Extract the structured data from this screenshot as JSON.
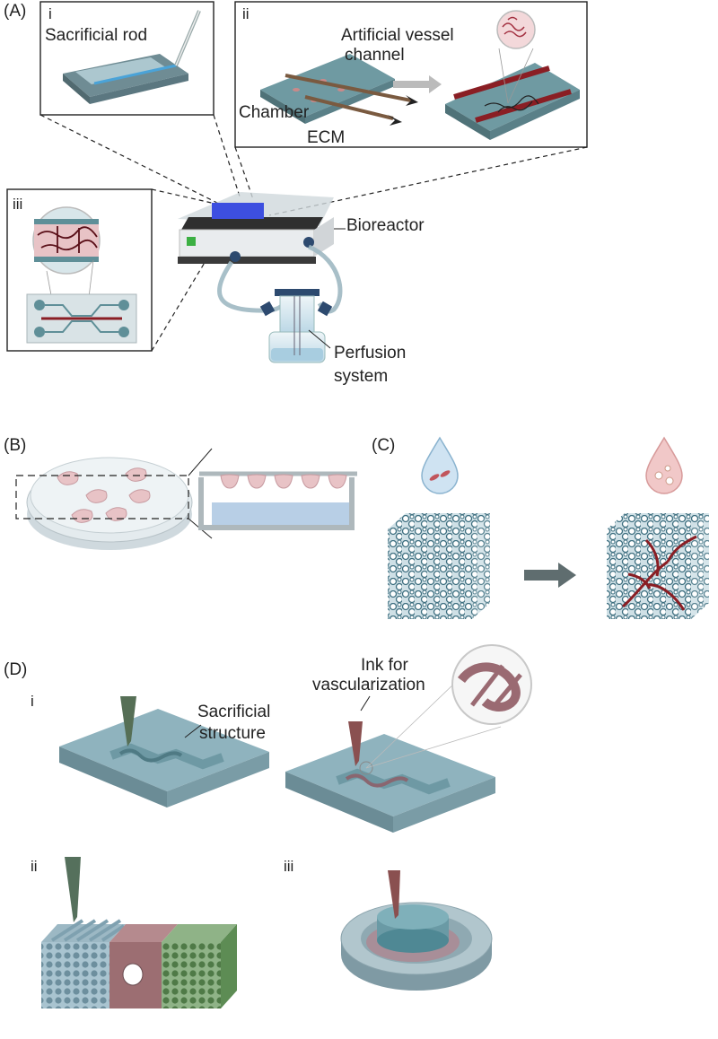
{
  "panels": {
    "A": {
      "letter": "(A)",
      "sub_i": {
        "numeral": "i",
        "label": "Sacrificial rod"
      },
      "sub_ii": {
        "numeral": "ii",
        "label_vessel": "Artificial vessel channel",
        "label_vessel_line1": "Artificial vessel",
        "label_vessel_line2": "channel",
        "label_chamber": "Chamber",
        "label_ecm": "ECM"
      },
      "sub_iii": {
        "numeral": "iii"
      },
      "bioreactor_label": "Bioreactor",
      "perfusion_line1": "Perfusion",
      "perfusion_line2": "system"
    },
    "B": {
      "letter": "(B)"
    },
    "C": {
      "letter": "(C)"
    },
    "D": {
      "letter": "(D)",
      "sub_i": {
        "numeral": "i",
        "sacrificial_line1": "Sacrificial",
        "sacrificial_line2": "structure",
        "ink_line1": "Ink for",
        "ink_line2": "vascularization"
      },
      "sub_ii": {
        "numeral": "ii"
      },
      "sub_iii": {
        "numeral": "iii"
      }
    }
  },
  "colors": {
    "teal": "#5f8f98",
    "vessel_red": "#8a1e24",
    "tissue_pink": "#e8c3c6",
    "bioreactor_blue": "#3d4fe0",
    "scaffold_blue": "#8fb4c6",
    "scaffold_green": "#5d8c54",
    "block_mauve": "#9c6e72",
    "arrow_gray": "#5f6d6f"
  }
}
